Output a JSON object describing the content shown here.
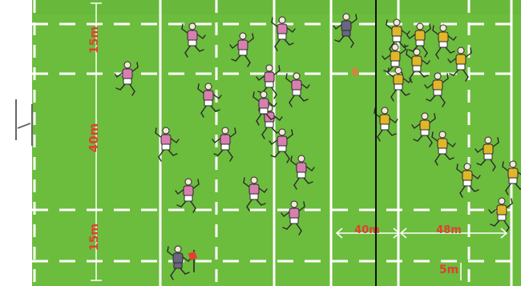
{
  "title": "",
  "colors": {
    "pitch": "#6cbc3e",
    "pitch_dark": "#5cae34",
    "lines": "#ffffff",
    "label_red": "#e04030",
    "team_pink": "#d77fb0",
    "team_yellow": "#e0b62a",
    "shorts_white": "#ffffff",
    "officials": "#6a6680",
    "ball": "#c98a3a",
    "divider": "#111111"
  },
  "labels": {
    "dim_15m_top": "15m",
    "dim_40m_vertical": "40m",
    "dim_15m_bottom": "15m",
    "dim_40m_horizontal": "40m",
    "dim_48m_horizontal": "48m",
    "dim_5m": "5m"
  },
  "icons": {
    "goal_posts": "goalposts-icon",
    "flag": "flag-icon"
  }
}
